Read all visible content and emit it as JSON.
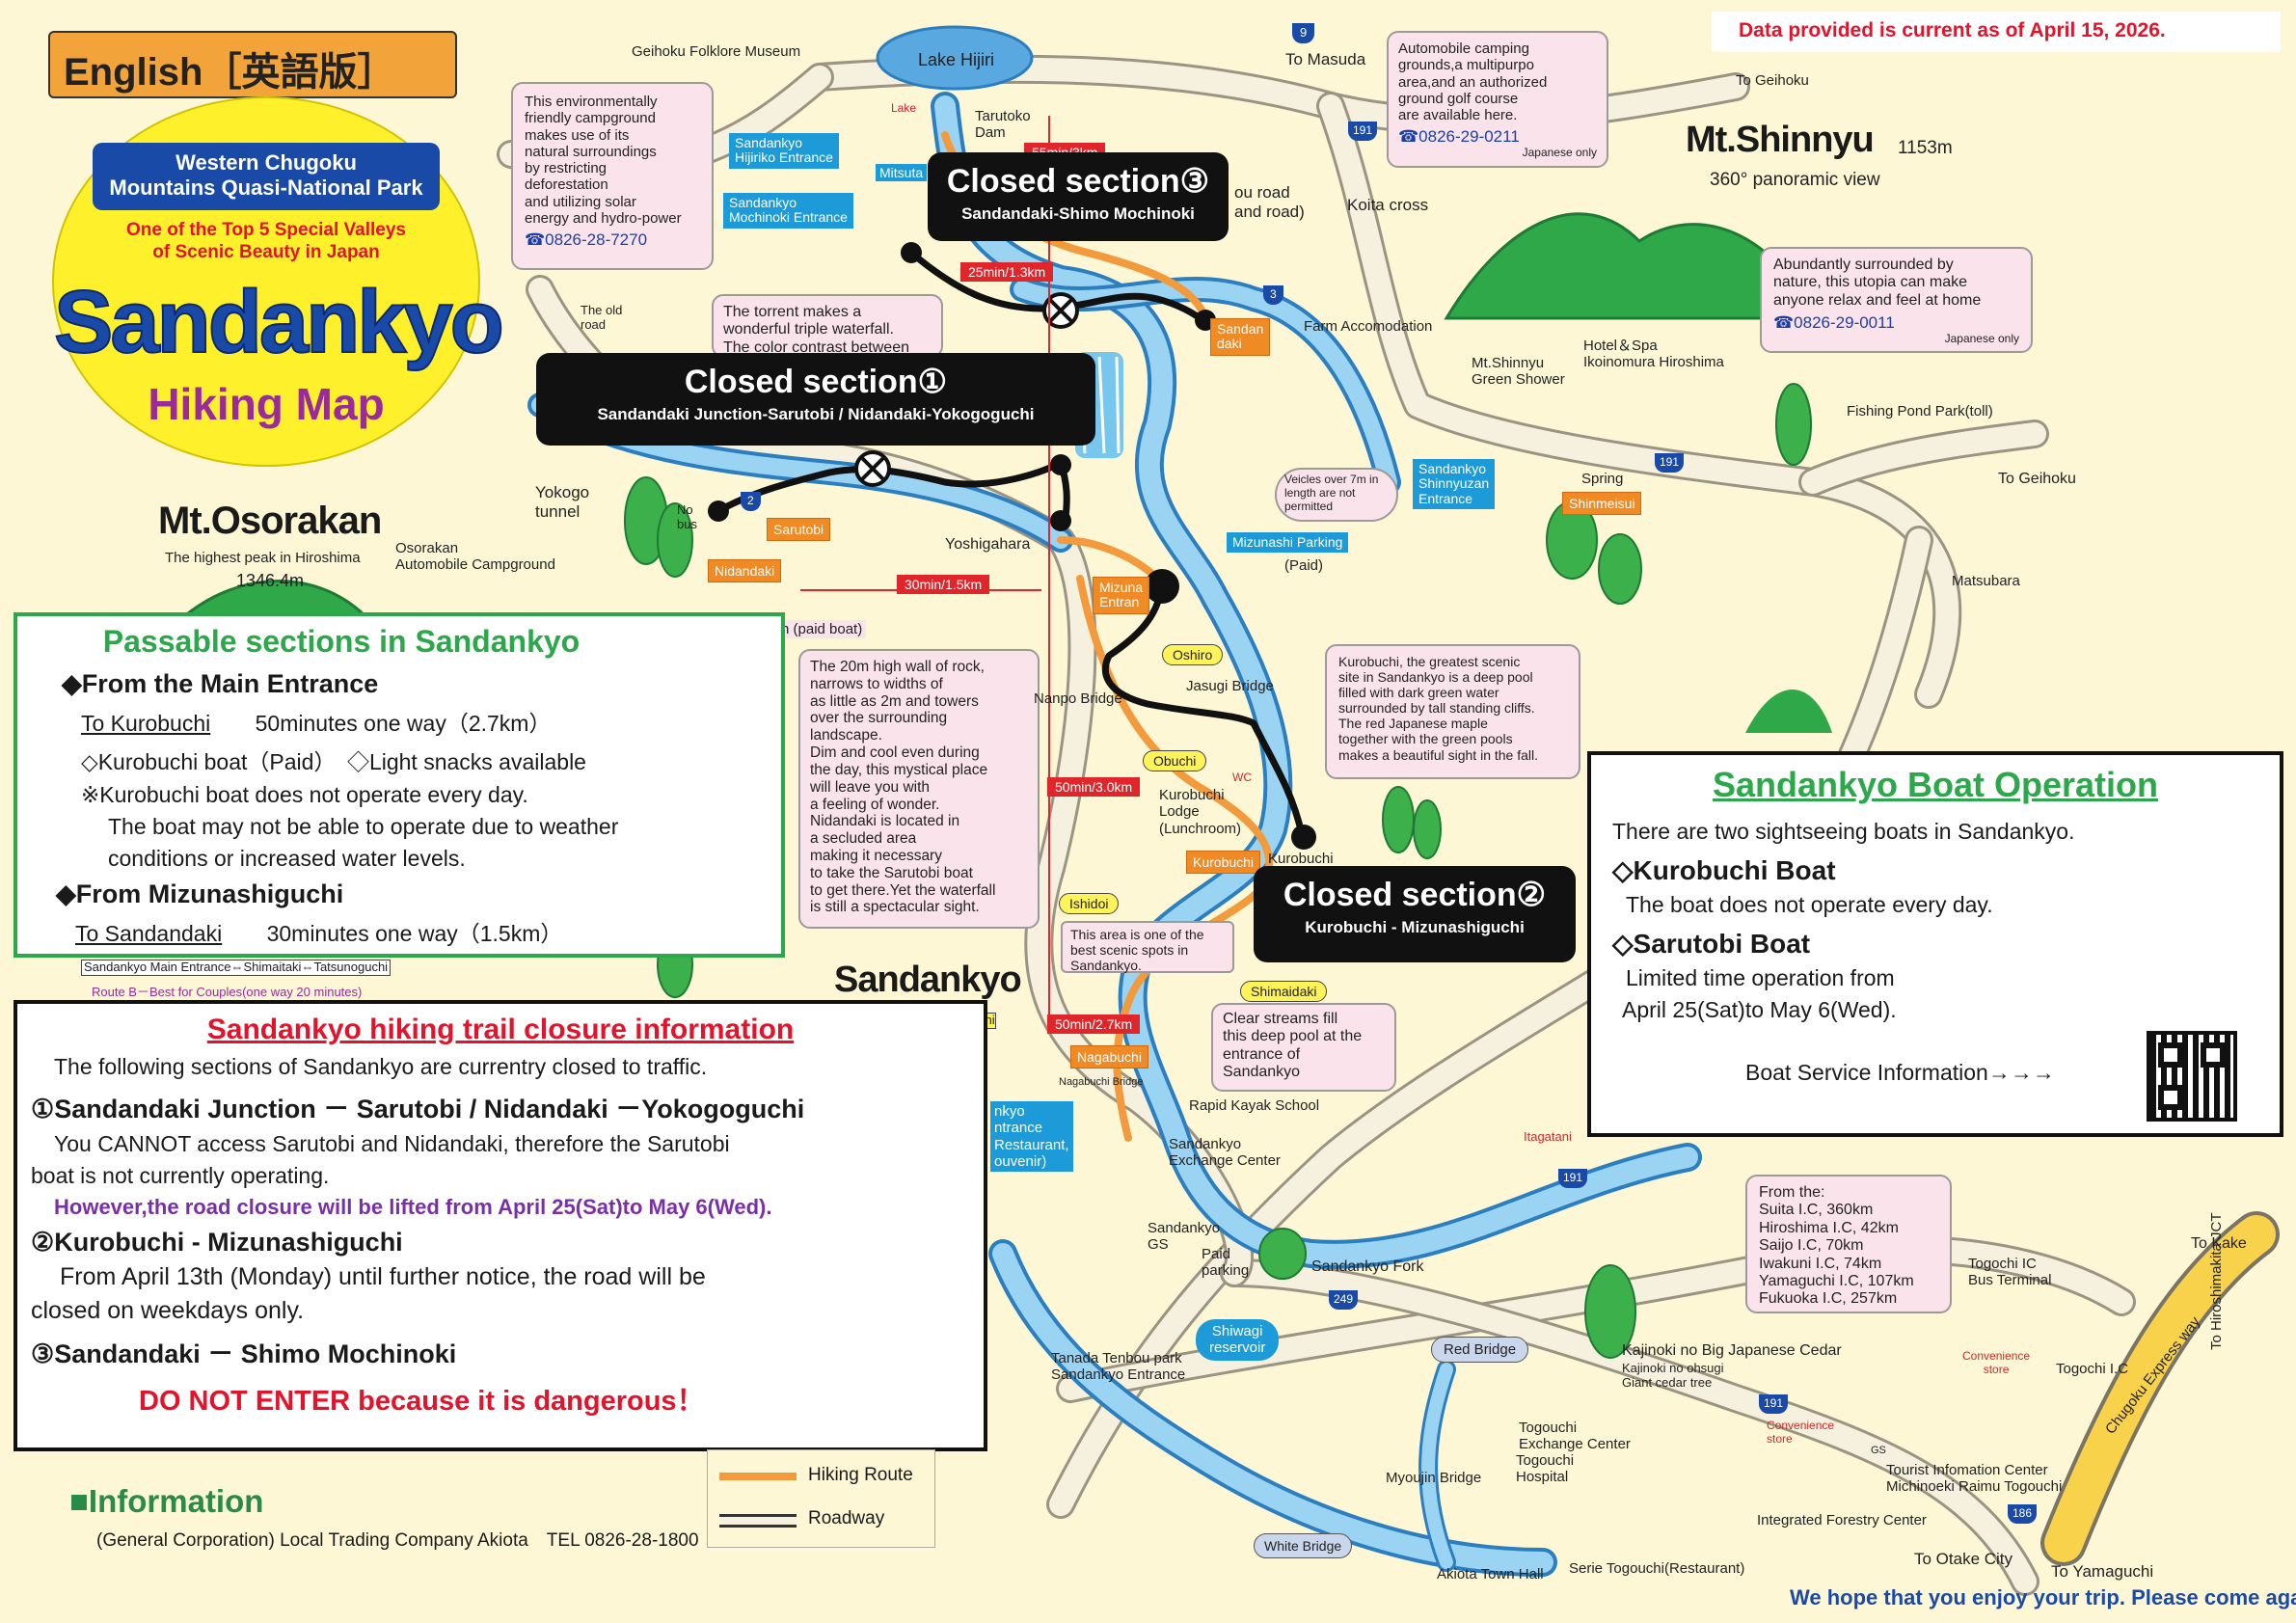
{
  "header": {
    "english_badge": "English［英語版］",
    "data_notice": "Data provided is current as of  April 15, 2026.",
    "park_name_line1": "Western Chugoku",
    "park_name_line2": "Mountains Quasi-National Park",
    "valley_line1": "One of the Top 5 Special Valleys",
    "valley_line2": "of Scenic Beauty in Japan",
    "logo_title": "Sandankyo",
    "logo_subtitle": "Hiking Map"
  },
  "closed_sections": [
    {
      "title": "Closed section③",
      "subtitle": "Sandandaki-Shimo Mochinoki"
    },
    {
      "title": "Closed section①",
      "subtitle": "Sandandaki Junction-Sarutobi / Nidandaki-Yokogoguchi"
    },
    {
      "title": "Closed section②",
      "subtitle": "Kurobuchi - Mizunashiguchi"
    }
  ],
  "info_boxes": {
    "campground": {
      "lines": [
        "This environmentally",
        "friendly campground",
        "makes use of its",
        "natural surroundings",
        "by restricting",
        "deforestation",
        "and utilizing solar",
        "energy and hydro-power"
      ],
      "tel": "☎0826-28-7270"
    },
    "auto_camping": {
      "lines": [
        "Automobile camping",
        "grounds,a multipurpo",
        "area,and an authorized",
        "ground golf course",
        "are  available here."
      ],
      "tel": "☎0826-29-0211",
      "note": "Japanese only"
    },
    "utopia": {
      "lines": [
        "Abundantly surrounded by",
        "nature, this utopia can make",
        "anyone relax and feel at home"
      ],
      "tel": "☎0826-29-0011",
      "note": "Japanese only"
    },
    "torrent": {
      "lines": [
        "The torrent makes a",
        "wonderful triple waterfall.",
        "The color contrast between"
      ]
    },
    "vehicles": {
      "lines": [
        "Veicles over 7m in",
        "length are not",
        "permitted"
      ]
    },
    "kurobuchi": {
      "lines": [
        "Kurobuchi, the greatest scenic",
        "site in Sandankyo is a deep pool",
        "filled with dark green water",
        "surrounded by tall standing cliffs.",
        "The red Japanese maple",
        "together with the green pools",
        "makes a beautiful sight in the fall."
      ]
    },
    "wall": {
      "lines": [
        "The 20m high wall of rock,",
        "narrows to widths of",
        "as little as 2m and towers",
        "over the surrounding",
        "landscape.",
        "Dim and cool even during",
        "the day, this mystical place",
        "will leave you with",
        "a feeling of wonder.",
        "Nidandaki is located in",
        "a secluded area",
        "making it necessary",
        "to take the Sarutobi boat",
        "to get there.Yet the waterfall",
        "is still a spectacular sight."
      ]
    },
    "scenic": {
      "lines": [
        "This area is one of the",
        "best scenic spots in",
        "Sandankyo."
      ]
    },
    "streams": {
      "lines": [
        "Clear streams fill",
        "this deep pool at the",
        "entrance of",
        "Sandankyo"
      ]
    },
    "from_the": {
      "lines": [
        "From the:",
        "Suita I.C, 360km",
        "Hiroshima I.C, 42km",
        "Saijo I.C, 70km",
        "Iwakuni I.C, 74km",
        "Yamaguchi I.C, 107km",
        "Fukuoka I.C, 257km"
      ]
    }
  },
  "mountains": {
    "shinnyu": {
      "name": "Mt.Shinnyu",
      "height": "1153m",
      "view": "360°  panoramic view"
    },
    "osorakan": {
      "name": "Mt.Osorakan",
      "desc": "The highest peak in Hiroshima",
      "height": "1346.4m"
    }
  },
  "place_labels": {
    "geihoku_museum": "Geihoku Folklore Museum",
    "lake_hijiri": "Lake Hijiri",
    "tarutoko": "Tarutoko\nDam",
    "to_masuda": "To Masuda",
    "to_geihoku_top": "To Geihoku",
    "to_geihoku_right": "To Geihoku",
    "koita_cross": "Koita cross",
    "farm": "Farm Accomodation",
    "green_shower": "Mt.Shinnyu\nGreen Shower",
    "hotel": "Hotel＆Spa\nIkoinomura Hiroshima",
    "fishing": "Fishing Pond Park(toll)",
    "spring": "Spring",
    "matsubara": "Matsubara",
    "old_road": "The old\nroad",
    "yokogo": "Yokogo\ntunnel",
    "no_bus": "No\nbus",
    "osorakan_camp": "Osorakan\nAutomobile Campground",
    "yoshigahara": "Yoshigahara",
    "mizunashi_parking": "Mizunashi Parking",
    "paid": "(Paid)",
    "paid_boat": "n (paid boat)",
    "nanpo": "Nanpo Bridge",
    "jasugi": "Jasugi Bridge",
    "kurobuchi_lodge": "Kurobuchi\nLodge\n(Lunchroom)",
    "kurobuchi_place": "Kurobuchi",
    "sandankyo_big": "Sandankyo",
    "nagabuchi_bridge": "Nagabuchi Bridge",
    "rapid_kayak": "Rapid Kayak School",
    "exchange_center": "Sandankyo\nExchange Center",
    "sandankyo_gs": "Sandankyo\nGS",
    "paid_parking": "Paid\nparking",
    "shiwagi": "Shiwagi\nreservoir",
    "tanada": "Tanada Tenbou park\nSandankyo Entrance",
    "sandankyo_fork": "Sandankyo Fork",
    "red_bridge": "Red Bridge",
    "kajinoki": "Kajinoki no Big Japanese Cedar",
    "kajinoki_jp": "Kajinoki no ohsugi\nGiant cedar tree",
    "itagatani": "Itagatani",
    "togochi_ic": "Togochi IC\nBus Terminal",
    "togochi_ic2": "Togochi I.C",
    "to_kake": "To Kake",
    "to_hiroshimakita": "To Hiroshimakita JCT",
    "chugoku_exp": "Chugoku Express way",
    "convenience1": "Convenience\nstore",
    "convenience2": "Convenience\nstore",
    "togochi_exchange": "Togouchi\nExchange Center",
    "togochi_hospital": "Togouchi\nHospital",
    "tourist_info": "Tourist Infomation Center\nMichinoeki Raimu Togouchi",
    "forestry": "Integrated Forestry Center",
    "myoujin": "Myoujin Bridge",
    "white_bridge": "White Bridge",
    "akiota_hall": "Akiota Town Hall",
    "serie": "Serie Togouchi(Restaurant)",
    "to_otake": "To Otake City",
    "to_yamaguchi": "To Yamaguchi",
    "hope": "We hope that you enjoy your trip.  Please come again！",
    "lake_sign": "Lake",
    "junction_link": "Sandankyo Main Entrance⇔Shimaitaki⇔Tatsunoguchi",
    "route_b": "Route B－Best for Couples(one way 20 minutes)",
    "around_road": "ou road\nand road)",
    "restaurant_frag": "nkyo\nntrance\nRestaurant,\nouvenir)",
    "sandankyo_frag": "chi",
    "mitsuta": "Mitsuta",
    "route_9": "9",
    "route_191a": "191",
    "route_191b": "191",
    "route_191c": "191",
    "route_191d": "191",
    "route_186": "186",
    "route_249": "249",
    "route_2": "2",
    "route_3": "3",
    "wc": "WC",
    "distance_top": "55min/3km",
    "gs": "GS"
  },
  "entrances": {
    "hijiriko": "Sandankyo\nHijiriko Entrance",
    "mochinoki": "Sandankyo\nMochinoki Entrance",
    "shinnyuzan": "Sandankyo\nShinnyuzan\nEntrance"
  },
  "orange_tags": {
    "sandandaki": "Sandan\ndaki",
    "sarutobi": "Sarutobi",
    "nidandaki": "Nidandaki",
    "mizunashi": "Mizuna\nEntran",
    "kurobuchi": "Kurobuchi",
    "nagabuchi": "Nagabuchi",
    "shinmeisui": "Shinmeisui"
  },
  "yellow_tags": {
    "oshiro": "Oshiro",
    "obuchi": "Obuchi",
    "ishidoi": "Ishidoi",
    "shimaidaki": "Shimaidaki",
    "nagabuchi_chi": "chi"
  },
  "distances": {
    "d_25": "25min/1.3km",
    "d_30": "30min/1.5km",
    "d_50a": "50min/3.0km",
    "d_50b": "50min/2.7km"
  },
  "passable": {
    "title": "Passable sections in Sandankyo",
    "main_heading": "◆From the Main Entrance",
    "to_kurobuchi": "To Kurobuchi",
    "to_kurobuchi_time": "50minutes one way（2.7km）",
    "boat_line": "◇Kurobuchi boat（Paid）　◇Light snacks available",
    "note1": "※Kurobuchi boat does not operate every day.",
    "note2": "The boat may not be able to operate due to weather",
    "note3": "conditions or increased water levels.",
    "mizu_heading": "◆From Mizunashiguchi",
    "to_sandandaki": "To Sandandaki",
    "to_sandandaki_time": "30minutes one way（1.5km）"
  },
  "closure": {
    "title": "Sandankyo hiking trail closure information",
    "intro": "The following sections of Sandankyo are currentry closed to traffic.",
    "s1": "①Sandandaki Junction － Sarutobi / Nidandaki －Yokogoguchi",
    "s1_desc1": "You CANNOT access Sarutobi and Nidandaki, therefore the Sarutobi",
    "s1_desc2": "boat is not currently operating.",
    "s1_lift": "However,the road closure will be lifted from April 25(Sat)to May 6(Wed).",
    "s2": "②Kurobuchi - Mizunashiguchi",
    "s2_desc1": "From April 13th (Monday) until further notice, the road will be",
    "s2_desc2": "closed on weekdays only.",
    "s3": "③Sandandaki － Shimo Mochinoki",
    "warning": "DO NOT ENTER because it is dangerous！"
  },
  "boat": {
    "title": "Sandankyo Boat Operation",
    "intro": "There are two sightseeing boats in Sandankyo.",
    "kuro_head": "◇Kurobuchi Boat",
    "kuro_desc": "The boat does not operate every day.",
    "saru_head": "◇Sarutobi Boat",
    "saru_desc1": "Limited time operation from",
    "saru_desc2": "April 25(Sat)to May 6(Wed).",
    "service": "Boat Service Information→→→"
  },
  "legend": {
    "hiking_route": "Hiking Route",
    "roadway": "Roadway"
  },
  "footer": {
    "info_title": "■Information",
    "info_line": "(General Corporation) Local Trading Company Akiota　TEL  0826-28-1800"
  },
  "colors": {
    "river": "#7fc4ec",
    "road": "#f3eedf",
    "hiking": "#f29a3c",
    "closed": "#111111",
    "green_border": "#2aa84a",
    "badge_bg": "#f2a33a",
    "logo_yellow": "#fff02c",
    "logo_blue": "#1a4aa8",
    "red_text": "#e3132b"
  }
}
